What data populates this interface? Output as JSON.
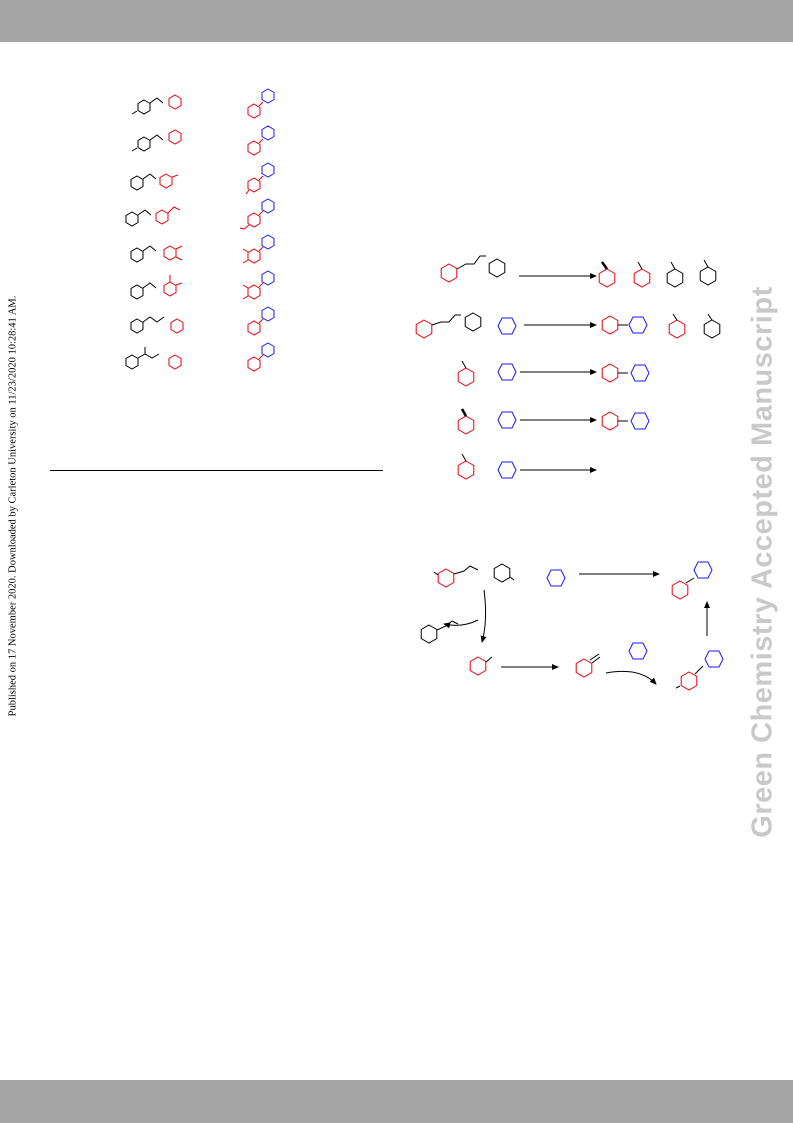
{
  "header": {
    "bar_color": "#a6a6a6"
  },
  "footer": {
    "bar_color": "#a6a6a6"
  },
  "side_note": {
    "text": "Published on 17 November 2020. Downloaded by Carleton University on 11/23/2020 10:28:41 AM."
  },
  "watermark": {
    "text": "Green Chemistry Accepted Manuscript",
    "color": "#c9c9c9"
  },
  "colors": {
    "substrate": "#e8000b",
    "amine": "#1a1aff",
    "other": "#000000"
  },
  "schemes": {
    "substrate_table": {
      "rows": 8
    },
    "product_distribution": {
      "rows": 5
    },
    "mechanism": {
      "steps": 4
    }
  }
}
